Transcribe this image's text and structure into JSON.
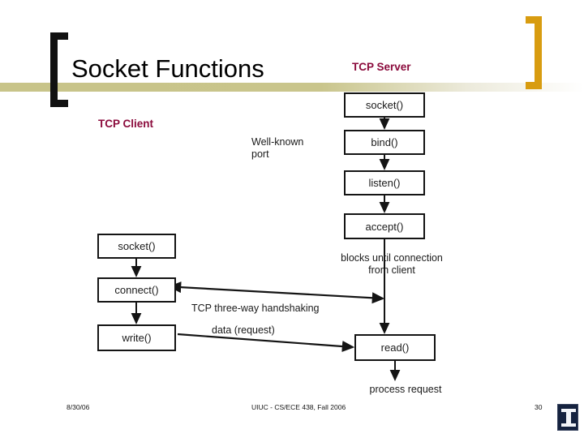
{
  "slide": {
    "title": "Socket Functions",
    "accent_band_color": "#c8c489",
    "bracket_left_color": "#111111",
    "bracket_right_color": "#d89c10",
    "label_color": "#8b0b3c"
  },
  "sections": {
    "server_label": "TCP Server",
    "client_label": "TCP Client"
  },
  "server_flow": {
    "boxes": [
      {
        "label": "socket()"
      },
      {
        "label": "bind()"
      },
      {
        "label": "listen()"
      },
      {
        "label": "accept()"
      },
      {
        "label": "read()"
      }
    ]
  },
  "client_flow": {
    "boxes": [
      {
        "label": "socket()"
      },
      {
        "label": "connect()"
      },
      {
        "label": "write()"
      }
    ]
  },
  "annotations": {
    "well_known_port": "Well-known\nport",
    "blocks_until": "blocks until connection\nfrom client",
    "handshake": "TCP three-way handshaking",
    "data_request": "data (request)",
    "process_request": "process request"
  },
  "footer": {
    "date": "8/30/06",
    "venue": "UIUC - CS/ECE 438, Fall 2006",
    "page_number": "30",
    "logo_name": "illinois-block-i-logo"
  }
}
